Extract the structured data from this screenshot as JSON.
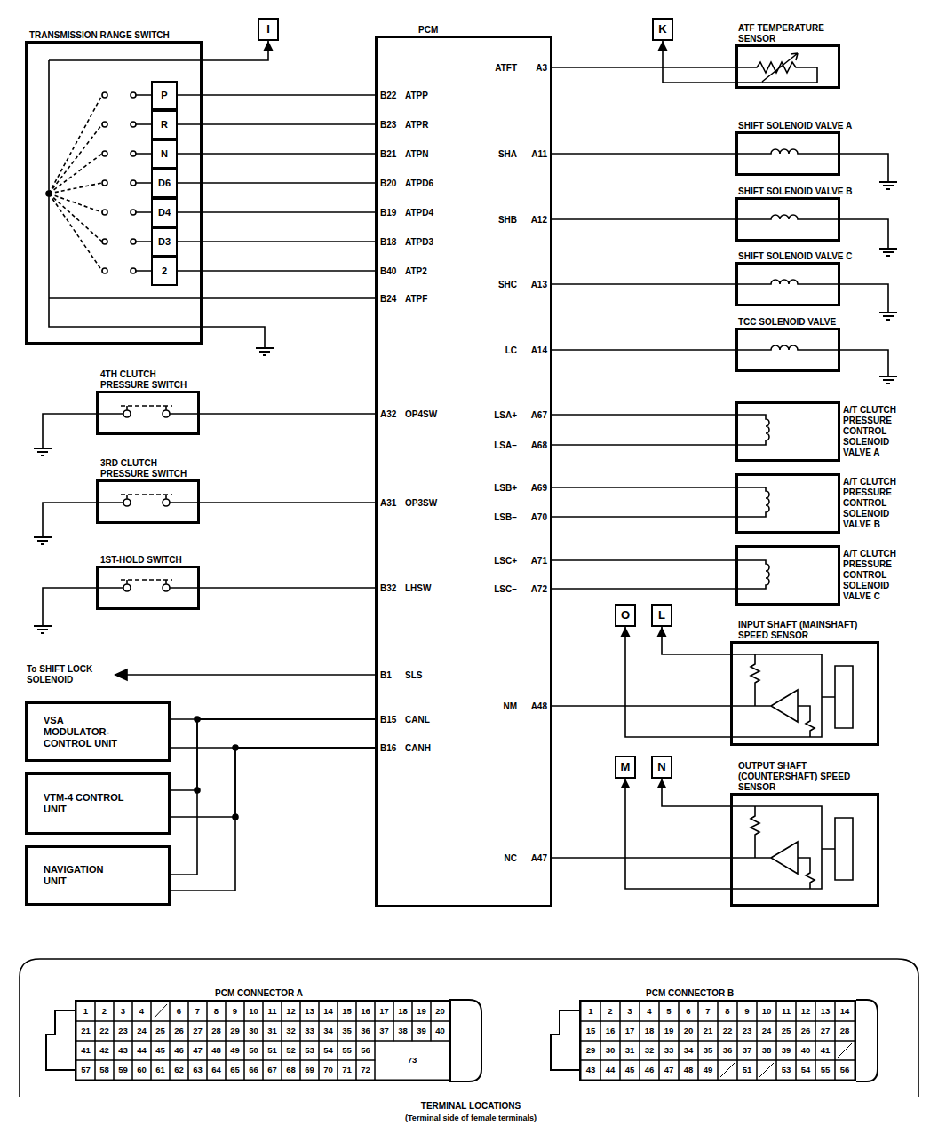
{
  "diagram": {
    "nodes": [
      {
        "text": [
          "TRANSMISSION RANGE SWITCH"
        ]
      },
      {
        "text": [
          "P"
        ],
        "in": 0
      },
      {
        "text": [
          "R"
        ],
        "in": 0
      },
      {
        "text": [
          "N"
        ],
        "in": 0
      },
      {
        "text": [
          "D6"
        ],
        "in": 0
      },
      {
        "text": [
          "D4"
        ],
        "in": 0
      },
      {
        "text": [
          "D3"
        ],
        "in": 0
      },
      {
        "text": [
          "2"
        ],
        "in": 0
      },
      {
        "text": [
          "I"
        ]
      },
      {
        "text": [
          "PCM"
        ]
      },
      {
        "text": [
          "K"
        ]
      },
      {
        "text": [
          "ATF TEMPERATURE SENSOR"
        ]
      },
      {
        "text": [
          "SHIFT SOLENOID VALVE A"
        ]
      },
      {
        "text": [
          "SHIFT SOLENOID VALVE B"
        ]
      },
      {
        "text": [
          "SHIFT SOLENOID VALVE C"
        ]
      },
      {
        "text": [
          "TCC SOLENOID VALVE"
        ]
      },
      {
        "text": [
          "4TH CLUTCH PRESSURE SWITCH"
        ]
      },
      {
        "text": [
          "A/T CLUTCH PRESSURE CONTROL SOLENOID VALVE A"
        ]
      },
      {
        "text": [
          "3RD CLUTCH PRESSURE SWITCH"
        ]
      },
      {
        "text": [
          "A/T CLUTCH PRESSURE CONTROL SOLENOID VALVE B"
        ]
      },
      {
        "text": [
          "1ST-HOLD SWITCH"
        ]
      },
      {
        "text": [
          "A/T CLUTCH PRESSURE CONTROL SOLENOID VALVE C"
        ]
      },
      {
        "text": [
          "O"
        ]
      },
      {
        "text": [
          "L"
        ]
      },
      {
        "text": [
          "INPUT SHAFT (MAINSHAFT) SPEED SENSOR"
        ]
      },
      {
        "text": [
          "VSA MODULATOR-CONTROL UNIT"
        ]
      },
      {
        "text": [
          "M"
        ]
      },
      {
        "text": [
          "N"
        ]
      },
      {
        "text": [
          "OUTPUT SHAFT (COUNTERSHAFT) SPEED SENSOR"
        ]
      },
      {
        "text": [
          "VTM-4 CONTROL UNIT"
        ]
      },
      {
        "text": [
          "NAVIGATION UNIT"
        ]
      },
      {
        "text": [
          "PCM CONNECTOR A"
        ]
      },
      {
        "text": [
          "PCM CONNECTOR B"
        ]
      }
    ],
    "edges": [
      {
        "from": 0,
        "to": 8,
        "arrow": "to"
      },
      {
        "from": 1,
        "to": 9,
        "arrow": "none"
      },
      {
        "from": 2,
        "to": 9,
        "arrow": "none"
      },
      {
        "from": 3,
        "to": 9,
        "arrow": "none"
      },
      {
        "from": 4,
        "to": 9,
        "arrow": "none"
      },
      {
        "from": 5,
        "to": 9,
        "arrow": "none"
      },
      {
        "from": 6,
        "to": 9,
        "arrow": "none"
      },
      {
        "from": 7,
        "to": 9,
        "arrow": "none"
      },
      {
        "from": 0,
        "to": 9,
        "arrow": "none"
      },
      {
        "from": 16,
        "to": 9,
        "arrow": "none"
      },
      {
        "from": 18,
        "to": 9,
        "arrow": "none"
      },
      {
        "from": 20,
        "to": 9,
        "arrow": "none"
      },
      {
        "from": 9,
        "to": 25,
        "arrow": "none"
      },
      {
        "from": 9,
        "to": 25,
        "arrow": "none"
      },
      {
        "from": 9,
        "to": 29,
        "arrow": "none"
      },
      {
        "from": 9,
        "to": 29,
        "arrow": "none"
      },
      {
        "from": 9,
        "to": 30,
        "arrow": "none"
      },
      {
        "from": 9,
        "to": 30,
        "arrow": "none"
      },
      {
        "from": 9,
        "to": 11,
        "arrow": "none"
      },
      {
        "from": 11,
        "to": 10,
        "arrow": "to"
      },
      {
        "from": 9,
        "to": 12,
        "arrow": "none"
      },
      {
        "from": 9,
        "to": 13,
        "arrow": "none"
      },
      {
        "from": 9,
        "to": 14,
        "arrow": "none"
      },
      {
        "from": 9,
        "to": 15,
        "arrow": "none"
      },
      {
        "from": 9,
        "to": 17,
        "arrow": "none"
      },
      {
        "from": 9,
        "to": 17,
        "arrow": "none"
      },
      {
        "from": 9,
        "to": 19,
        "arrow": "none"
      },
      {
        "from": 9,
        "to": 19,
        "arrow": "none"
      },
      {
        "from": 9,
        "to": 21,
        "arrow": "none"
      },
      {
        "from": 9,
        "to": 21,
        "arrow": "none"
      },
      {
        "from": 9,
        "to": 24,
        "arrow": "none"
      },
      {
        "from": 24,
        "to": 22,
        "arrow": "to"
      },
      {
        "from": 24,
        "to": 23,
        "arrow": "to"
      },
      {
        "from": 9,
        "to": 28,
        "arrow": "none"
      },
      {
        "from": 28,
        "to": 26,
        "arrow": "to"
      },
      {
        "from": 28,
        "to": 27,
        "arrow": "to"
      }
    ],
    "labels": [
      "B22",
      "ATPP",
      "B23",
      "ATPR",
      "B21",
      "ATPN",
      "B20",
      "ATPD6",
      "B19",
      "ATPD4",
      "B18",
      "ATPD3",
      "B40",
      "ATP2",
      "B24",
      "ATPF",
      "A32",
      "OP4SW",
      "A31",
      "OP3SW",
      "B32",
      "LHSW",
      "B1",
      "SLS",
      "B15",
      "CANL",
      "B16",
      "CANH",
      "ATFT",
      "A3",
      "SHA",
      "A11",
      "SHB",
      "A12",
      "SHC",
      "A13",
      "LC",
      "A14",
      "LSA+",
      "A67",
      "LSA−",
      "A68",
      "LSB+",
      "A69",
      "LSB−",
      "A70",
      "LSC+",
      "A71",
      "LSC−",
      "A72",
      "NM",
      "A48",
      "NC",
      "A47",
      "To SHIFT LOCK SOLENOID",
      "TERMINAL LOCATIONS",
      "(Terminal side of female terminals)",
      "1",
      "2",
      "3",
      "4",
      "6",
      "7",
      "8",
      "9",
      "10",
      "11",
      "12",
      "13",
      "14",
      "15",
      "16",
      "17",
      "18",
      "19",
      "20",
      "21",
      "22",
      "23",
      "24",
      "25",
      "26",
      "27",
      "28",
      "29",
      "30",
      "31",
      "32",
      "33",
      "34",
      "35",
      "36",
      "37",
      "38",
      "39",
      "40",
      "41",
      "42",
      "43",
      "44",
      "45",
      "46",
      "47",
      "48",
      "49",
      "50",
      "51",
      "52",
      "53",
      "54",
      "55",
      "56",
      "73",
      "57",
      "58",
      "59",
      "60",
      "61",
      "62",
      "63",
      "64",
      "65",
      "66",
      "67",
      "68",
      "69",
      "70",
      "71",
      "72",
      "1",
      "2",
      "3",
      "4",
      "5",
      "6",
      "7",
      "8",
      "9",
      "10",
      "11",
      "12",
      "13",
      "14",
      "15",
      "16",
      "17",
      "18",
      "19",
      "20",
      "21",
      "22",
      "23",
      "24",
      "25",
      "26",
      "27",
      "28",
      "29",
      "30",
      "31",
      "32",
      "33",
      "34",
      "35",
      "36",
      "37",
      "38",
      "39",
      "40",
      "41",
      "43",
      "44",
      "45",
      "46",
      "47",
      "48",
      "49",
      "51",
      "53",
      "54",
      "55",
      "56"
    ]
  }
}
